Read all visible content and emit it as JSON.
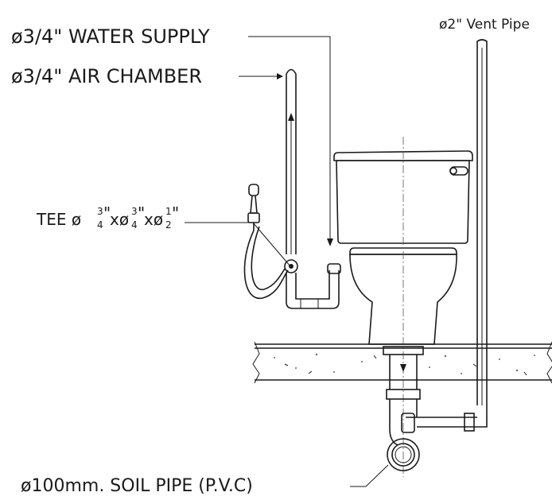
{
  "labels": {
    "water_supply": "ø3/4\" WATER SUPPLY",
    "air_chamber": "ø3/4\" AIR CHAMBER",
    "vent_pipe": "ø2\" Vent Pipe",
    "tee_prefix": "TEE ø",
    "tee_x1": "xø",
    "tee_x2": "xø",
    "frac_3": "3",
    "frac_4": "4",
    "frac_1": "1",
    "frac_2": "2",
    "inch": "\"",
    "soil_pipe": "ø100mm. SOIL PIPE (P.V.C)"
  },
  "colors": {
    "ink": "#1a1a1a",
    "background": "#ffffff"
  }
}
